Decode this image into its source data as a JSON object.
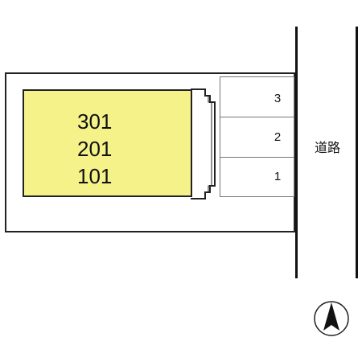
{
  "building": {
    "units": [
      "301",
      "201",
      "101"
    ]
  },
  "parking": {
    "slots": [
      "3",
      "2",
      "1"
    ]
  },
  "road": {
    "label": "道路"
  },
  "compass": {
    "icon": "north-arrow-icon"
  },
  "colors": {
    "building_fill": "#f6f28a",
    "lines": "#111111"
  }
}
